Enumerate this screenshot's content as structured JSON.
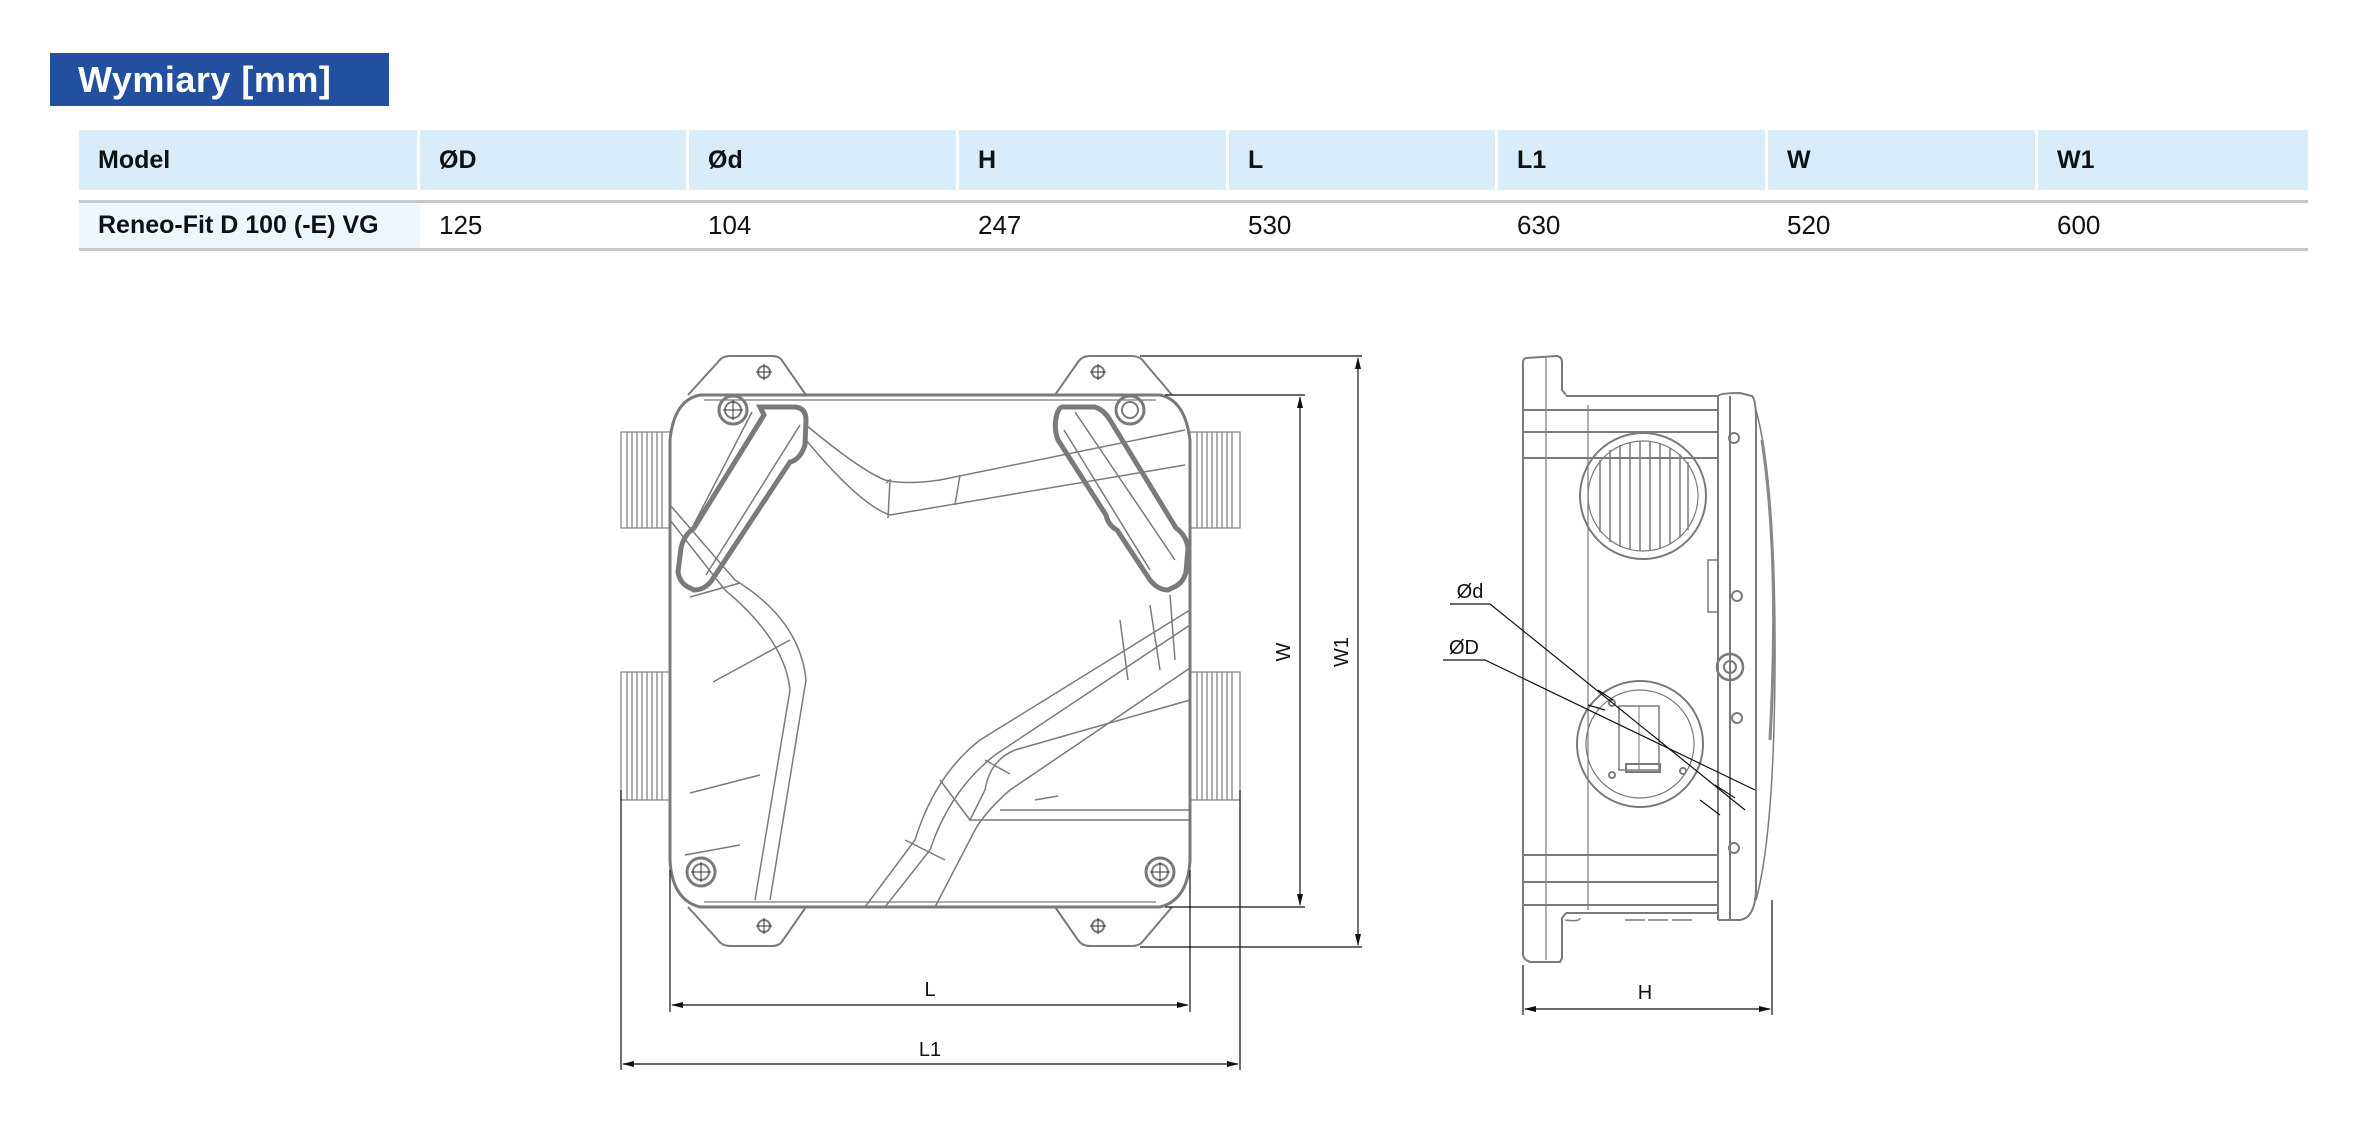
{
  "title": "Wymiary [mm]",
  "table": {
    "headers": [
      "Model",
      "ØD",
      "Ød",
      "H",
      "L",
      "L1",
      "W",
      "W1"
    ],
    "rows": [
      {
        "model": "Reneo-Fit D 100 (-E) VG",
        "D": "125",
        "d": "104",
        "H": "247",
        "L": "530",
        "L1": "630",
        "W": "520",
        "W1": "600"
      }
    ]
  },
  "drawing": {
    "front_view": {
      "labels": {
        "L": "L",
        "L1": "L1",
        "W": "W",
        "W1": "W1"
      }
    },
    "side_view": {
      "labels": {
        "H": "H",
        "D": "ØD",
        "d": "Ød"
      }
    }
  },
  "colors": {
    "title_bg": "#22509e",
    "header_bg": "#d8ecf9",
    "model_cell_bg": "#eef6fd",
    "line": "#7a7a7a"
  }
}
